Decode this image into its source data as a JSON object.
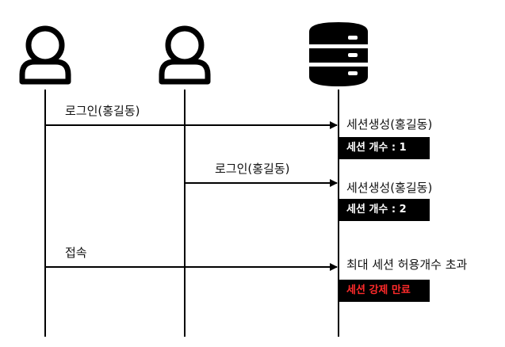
{
  "messages": [
    {
      "label": "로그인(홍길동)"
    },
    {
      "label": "로그인(홍길동)"
    },
    {
      "label": "접속"
    }
  ],
  "results": [
    {
      "text": "세션생성(홍길동)",
      "badge": "세션 개수 : 1"
    },
    {
      "text": "세션생성(홍길동)",
      "badge": "세션 개수 : 2"
    },
    {
      "text": "최대 세션 허용개수 초과",
      "badge": "세션 강제 만료",
      "badge_color": "#ff2a2a"
    }
  ],
  "icons": [
    "user-icon",
    "user-icon",
    "database-icon"
  ]
}
